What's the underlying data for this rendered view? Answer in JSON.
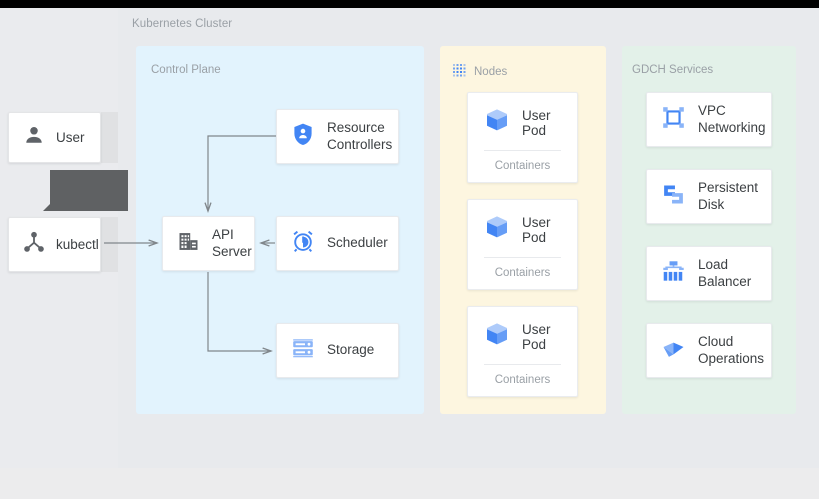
{
  "cluster": {
    "title": "Kubernetes Cluster"
  },
  "external": {
    "items": [
      {
        "id": "user",
        "label": "User",
        "icon": "person-icon"
      },
      {
        "id": "kubectl",
        "label": "kubectl",
        "icon": "share-nodes-icon"
      }
    ],
    "tooltip": {
      "text": "",
      "color": "#5f6163"
    }
  },
  "zones": {
    "control_plane": {
      "title": "Control Plane",
      "color": "#e2f3fd",
      "nodes": [
        {
          "id": "resource-controllers",
          "label": "Resource\nControllers",
          "label_line1": "Resource",
          "label_line2": "Controllers",
          "icon": "shield-person-icon"
        },
        {
          "id": "api-server",
          "label": "API\nServer",
          "label_line1": "API",
          "label_line2": "Server",
          "icon": "building-icon"
        },
        {
          "id": "scheduler",
          "label": "Scheduler",
          "label_line1": "Scheduler",
          "label_line2": "",
          "icon": "alarm-clock-icon"
        },
        {
          "id": "storage",
          "label": "Storage",
          "label_line1": "Storage",
          "label_line2": "",
          "icon": "database-icon"
        }
      ]
    },
    "nodes": {
      "title": "Nodes",
      "color": "#fdf6e0",
      "icon": "dotted-grid-icon",
      "pods": [
        {
          "id": "pod-0",
          "label": "User Pod",
          "sublabel": "Containers",
          "icon": "cube-icon"
        },
        {
          "id": "pod-1",
          "label": "User Pod",
          "sublabel": "Containers",
          "icon": "cube-icon"
        },
        {
          "id": "pod-2",
          "label": "User Pod",
          "sublabel": "Containers",
          "icon": "cube-icon"
        }
      ]
    },
    "gdch_services": {
      "title": "GDCH Services",
      "color": "#e3f1e9",
      "services": [
        {
          "id": "vpc-networking",
          "label_line1": "VPC",
          "label_line2": "Networking",
          "icon": "vpc-network-icon"
        },
        {
          "id": "persistent-disk",
          "label_line1": "Persistent",
          "label_line2": "Disk",
          "icon": "persistent-disk-icon"
        },
        {
          "id": "load-balancer",
          "label_line1": "Load",
          "label_line2": "Balancer",
          "icon": "load-balancer-icon"
        },
        {
          "id": "cloud-operations",
          "label_line1": "Cloud",
          "label_line2": "Operations",
          "icon": "cloud-operations-icon"
        }
      ]
    }
  },
  "colors": {
    "accent_blue": "#4285f4",
    "icon_blue_light": "#8ab4f8",
    "icon_gray": "#5f6368",
    "text_primary": "#3c4043",
    "text_muted": "#9aa0a6",
    "arrow": "#80868b",
    "page_bg": "#eaebee",
    "cluster_bg": "#e8eaed"
  }
}
